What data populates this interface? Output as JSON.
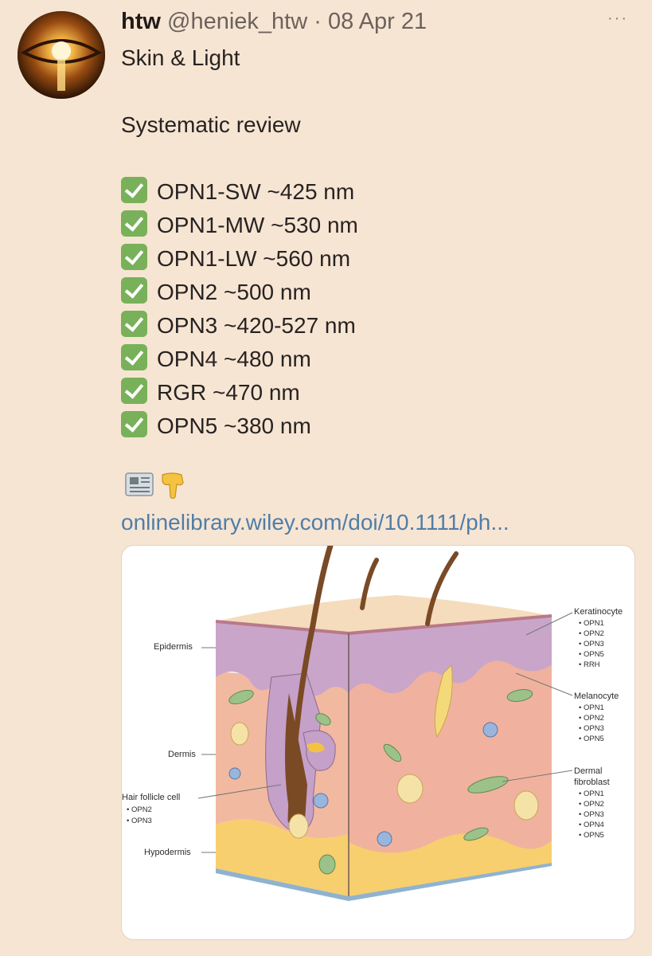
{
  "tweet": {
    "display_name": "htw",
    "handle": "@heniek_htw",
    "separator": "·",
    "date": "08 Apr 21",
    "more_label": "···",
    "title_line": "Skin & Light",
    "subtitle_line": "Systematic review",
    "check_icon": "white-check-mark-icon",
    "items": [
      "OPN1-SW ~425 nm",
      "OPN1-MW ~530 nm",
      "OPN1-LW ~560 nm",
      "OPN2 ~500 nm",
      "OPN3 ~420-527 nm",
      "OPN4 ~480 nm",
      "RGR ~470 nm",
      "OPN5 ~380 nm"
    ],
    "emojis": [
      "newspaper-icon",
      "backhand-index-pointing-down-icon"
    ],
    "link_text": "onlinelibrary.wiley.com/doi/10.1111/ph..."
  },
  "figure": {
    "layer_labels": {
      "epidermis": "Epidermis",
      "dermis": "Dermis",
      "hypodermis": "Hypodermis"
    },
    "hair_follicle": {
      "title": "Hair follicle cell",
      "items": [
        "• OPN2",
        "• OPN3"
      ]
    },
    "keratinocyte": {
      "title": "Keratinocyte",
      "items": [
        "• OPN1",
        "• OPN2",
        "• OPN3",
        "• OPN5",
        "• RRH"
      ]
    },
    "melanocyte": {
      "title": "Melanocyte",
      "items": [
        "• OPN1",
        "• OPN2",
        "• OPN3",
        "• OPN5"
      ]
    },
    "fibroblast": {
      "title_1": "Dermal",
      "title_2": "fibroblast",
      "items": [
        "• OPN1",
        "• OPN2",
        "• OPN3",
        "• OPN4",
        "• OPN5"
      ]
    }
  },
  "colors": {
    "background": "#f7e5d3",
    "link": "#4f7ea8",
    "check": "#78b159"
  }
}
